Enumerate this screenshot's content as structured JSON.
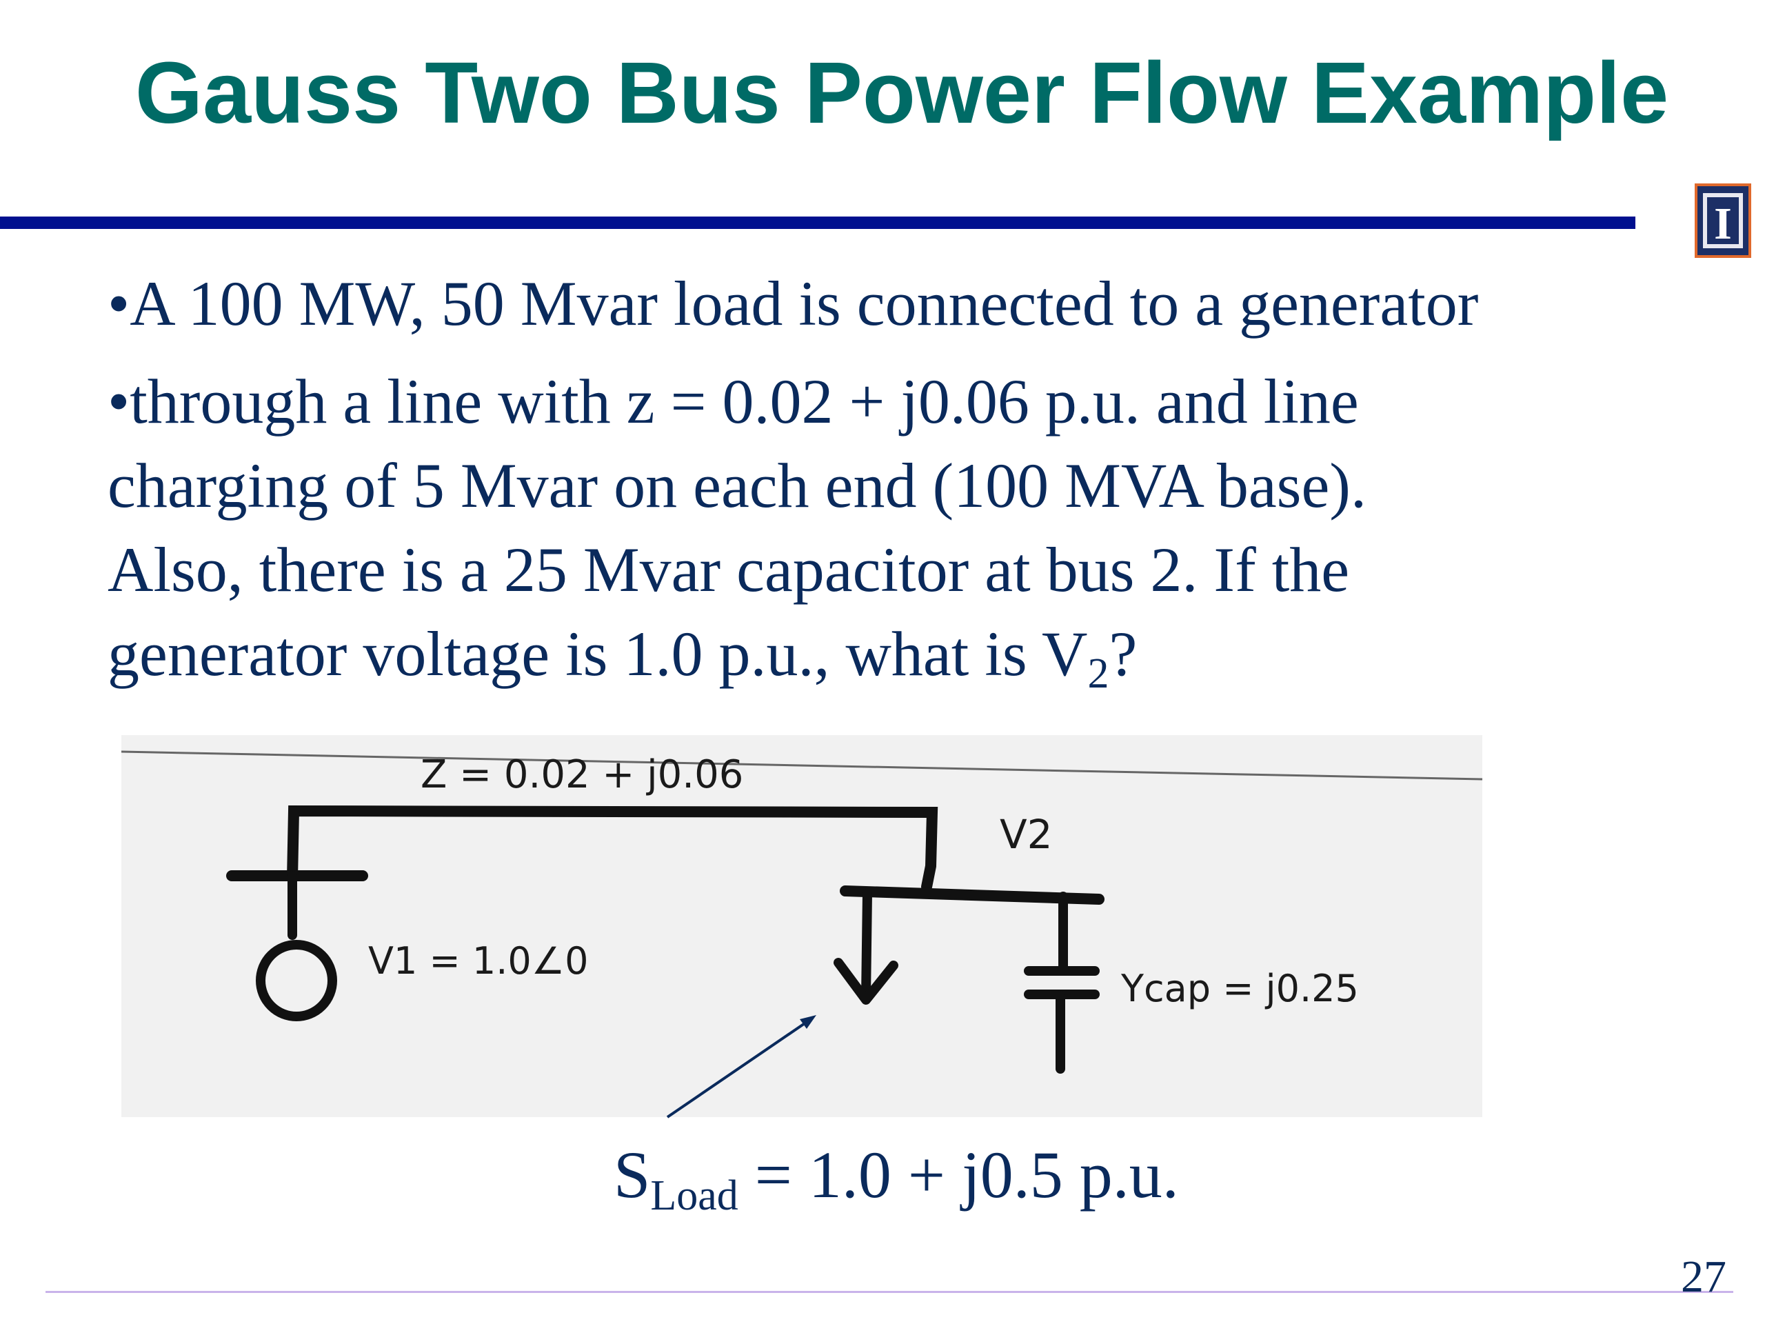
{
  "slide": {
    "title": "Gauss Two Bus Power Flow Example",
    "bullet1": "•A 100 MW, 50 Mvar load is connected to a generator",
    "bullet2": "•through a line with z = 0.02 + j0.06 p.u. and line",
    "line3": "charging of 5 Mvar on each end (100 MVA base).",
    "line4": "Also, there is a 25 Mvar capacitor at bus 2.  If the",
    "line5_pre": "generator voltage is 1.0 p.u., what is V",
    "line5_sub": "2",
    "line5_post": "?",
    "sload_main": "S",
    "sload_sub": "Load",
    "sload_rest": " = 1.0 + j0.5 p.u.",
    "page_number": "27",
    "logo_letter": "I"
  },
  "diagram": {
    "z_label": "Z = 0.02 + j0.06",
    "v2_label": "V2",
    "v1_label": "V1 = 1.0∠0",
    "ycap_label": "Ycap = j0.25"
  },
  "colors": {
    "title": "#006b66",
    "body_text": "#0a2a5c",
    "top_rule": "#00108f",
    "bottom_rule": "#c9b3ea",
    "logo_bg": "#1c2f66",
    "logo_border": "#e0692c"
  }
}
